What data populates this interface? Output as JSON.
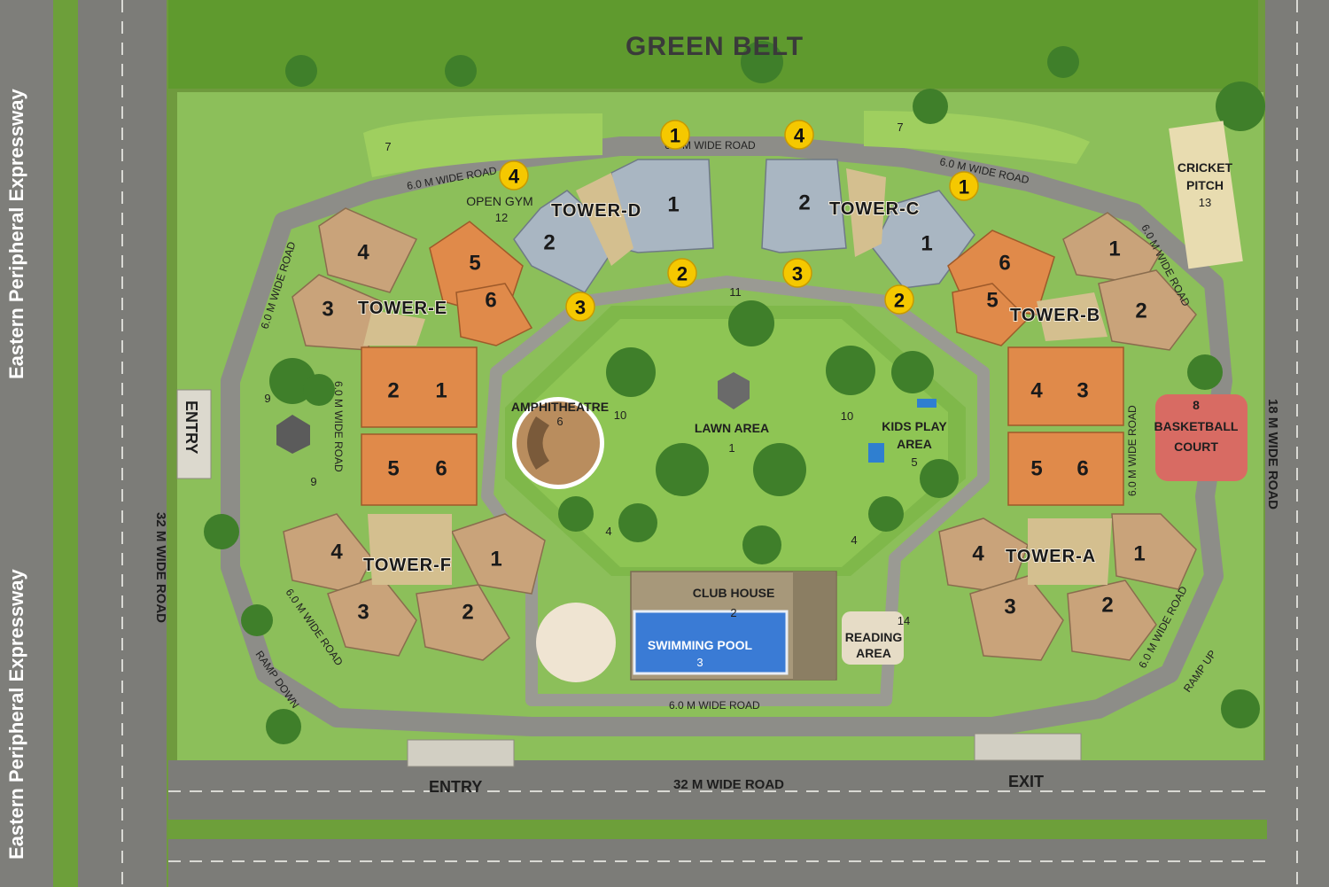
{
  "title": "GREEN BELT",
  "roads": {
    "expressway": "Eastern Peripheral Expressway",
    "left_road": "32 M WIDE ROAD",
    "bottom_road": "32 M WIDE ROAD",
    "right_road": "18 M WIDE ROAD",
    "internal_top": "6.0 M WIDE ROAD",
    "internal_top_left": "6.0 M WIDE ROAD",
    "internal_top_right": "6.0 M WIDE ROAD",
    "internal_left": "6.0 M WIDE ROAD",
    "internal_inner_left": "6.0 M WIDE ROAD",
    "internal_bottom_left": "6.0 M WIDE ROAD",
    "internal_bottom": "6.0 M WIDE ROAD",
    "internal_right": "6.0 M WIDE ROAD",
    "internal_inner_right": "6.0 M WIDE ROAD",
    "internal_bottom_right": "6.0 M WIDE ROAD"
  },
  "gates": {
    "entry_left": "ENTRY",
    "entry_bottom": "ENTRY",
    "exit_bottom": "EXIT",
    "ramp_down": "RAMP DOWN",
    "ramp_up": "RAMP UP"
  },
  "towers": {
    "a": {
      "name": "TOWER-A",
      "units": [
        "4",
        "1",
        "3",
        "2"
      ]
    },
    "b": {
      "name": "TOWER-B",
      "units": [
        "6",
        "1",
        "5",
        "2",
        "4",
        "3",
        "5",
        "6"
      ]
    },
    "c": {
      "name": "TOWER-C",
      "units": [
        "2",
        "1"
      ]
    },
    "d": {
      "name": "TOWER-D",
      "units": [
        "1",
        "2"
      ]
    },
    "e": {
      "name": "TOWER-E",
      "units": [
        "4",
        "5",
        "3",
        "6",
        "2",
        "1",
        "5",
        "6"
      ]
    },
    "f": {
      "name": "TOWER-F",
      "units": [
        "4",
        "1",
        "3",
        "2"
      ]
    }
  },
  "markers": [
    "1",
    "4",
    "4",
    "1",
    "2",
    "3",
    "3",
    "2"
  ],
  "amenities": {
    "lawn": {
      "label": "LAWN AREA",
      "num": "1"
    },
    "club": {
      "label": "CLUB HOUSE",
      "num": "2"
    },
    "pool": {
      "label": "SWIMMING POOL",
      "num": "3"
    },
    "kids": {
      "label1": "KIDS PLAY",
      "label2": "AREA",
      "num": "5"
    },
    "amph": {
      "label": "AMPHITHEATRE",
      "num": "6"
    },
    "court": {
      "num": "8",
      "label1": "BASKETBALL",
      "label2": "COURT"
    },
    "cricket": {
      "label1": "CRICKET",
      "label2": "PITCH",
      "num": "13"
    },
    "gym": {
      "label": "OPEN GYM",
      "num": "12"
    },
    "reading": {
      "num": "14",
      "label1": "READING",
      "label2": "AREA"
    },
    "labels": {
      "n7a": "7",
      "n7b": "7",
      "n9a": "9",
      "n9b": "9",
      "n10a": "10",
      "n10b": "10",
      "n11": "11",
      "n4a": "4",
      "n4b": "4"
    }
  },
  "colors": {
    "grass": "#8cbf5a",
    "road": "#8d8d88",
    "tower_orange": "#e08a4a",
    "tower_tan": "#c9a37a",
    "tower_blue": "#a9b6c2",
    "marker": "#f5c800",
    "court": "#d86b63",
    "pool": "#3a7bd5"
  }
}
